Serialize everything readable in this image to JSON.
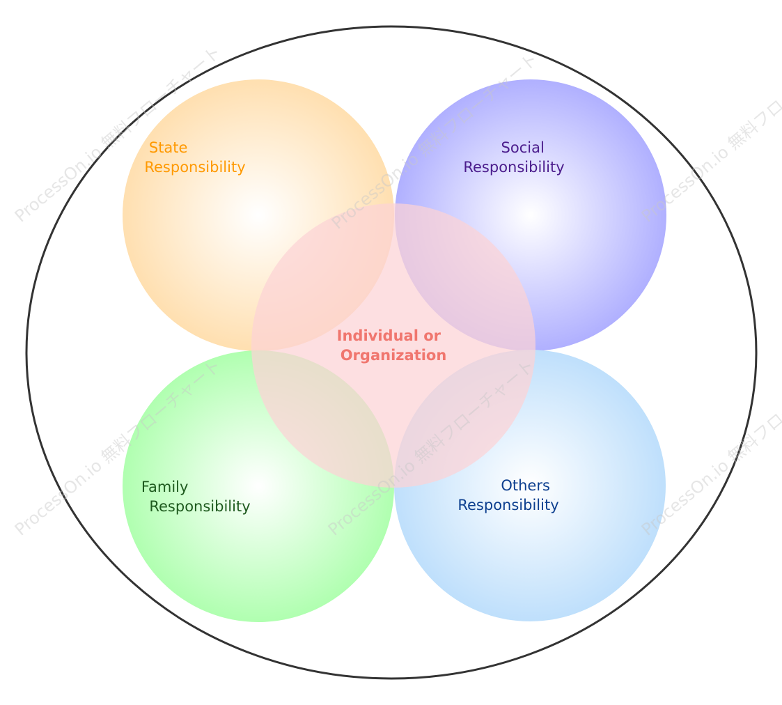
{
  "watermark": "ProcessOn.io 無料フローチャート",
  "nodes": {
    "state": {
      "line1": "State",
      "line2": "Responsibility",
      "color": "#ff9900",
      "fill": "#ffd9a8"
    },
    "social": {
      "line1": "Social",
      "line2": "Responsibility",
      "color": "#4b1c8c",
      "fill": "#a8a8ff"
    },
    "family": {
      "line1": "Family",
      "line2": "Responsibility",
      "color": "#1e5a1e",
      "fill": "#a8ffa8"
    },
    "others": {
      "line1": "Others",
      "line2": "Responsibility",
      "color": "#0d3f8f",
      "fill": "#b8dcfb"
    },
    "center": {
      "line1": "Individual or",
      "line2": "Organization",
      "color": "#f0766e",
      "fill": "#fcd3d6"
    }
  },
  "outline_color": "#333333"
}
